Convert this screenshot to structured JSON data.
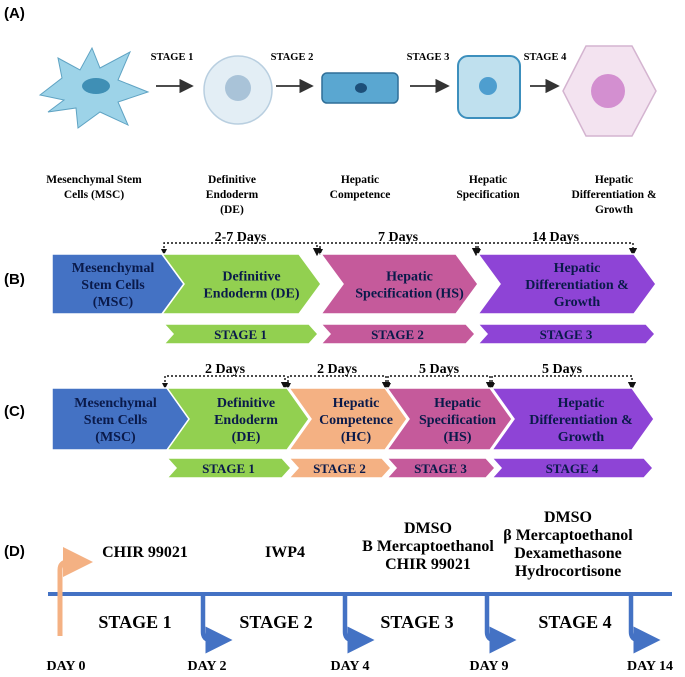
{
  "panelA": {
    "label": "(A)",
    "stage_labels": [
      "STAGE 1",
      "STAGE 2",
      "STAGE 3",
      "STAGE 4"
    ],
    "cells": [
      [
        "Mesenchymal Stem",
        "Cells (MSC)"
      ],
      [
        "Definitive",
        "Endoderm",
        "(DE)"
      ],
      [
        "Hepatic",
        "Competence"
      ],
      [
        "Hepatic",
        "Specification"
      ],
      [
        "Hepatic",
        "Differentiation &",
        "Growth"
      ]
    ]
  },
  "panelB": {
    "label": "(B)",
    "durations": [
      "2-7 Days",
      "7 Days",
      "14 Days"
    ],
    "chevrons": [
      [
        "Mesenchymal",
        "Stem Cells",
        "(MSC)"
      ],
      [
        "Definitive",
        "Endoderm (DE)"
      ],
      [
        "Hepatic",
        "Specification (HS)"
      ],
      [
        "Hepatic",
        "Differentiation &",
        "Growth"
      ]
    ],
    "stages": [
      "STAGE 1",
      "STAGE 2",
      "STAGE 3"
    ]
  },
  "panelC": {
    "label": "(C)",
    "durations": [
      "2 Days",
      "2 Days",
      "5 Days",
      "5 Days"
    ],
    "chevrons": [
      [
        "Mesenchymal",
        "Stem Cells",
        "(MSC)"
      ],
      [
        "Definitive",
        "Endoderm",
        "(DE)"
      ],
      [
        "Hepatic",
        "Competence",
        "(HC)"
      ],
      [
        "Hepatic",
        "Specification",
        "(HS)"
      ],
      [
        "Hepatic",
        "Differentiation &",
        "Growth"
      ]
    ],
    "stages": [
      "STAGE 1",
      "STAGE 2",
      "STAGE 3",
      "STAGE 4"
    ]
  },
  "panelD": {
    "label": "(D)",
    "reagents": [
      [
        "CHIR 99021"
      ],
      [
        "IWP4"
      ],
      [
        "DMSO",
        "B Mercaptoethanol",
        "CHIR 99021"
      ],
      [
        "DMSO",
        "β Mercaptoethanol",
        "Dexamethasone",
        "Hydrocortisone"
      ]
    ],
    "stages": [
      "STAGE 1",
      "STAGE 2",
      "STAGE 3",
      "STAGE 4"
    ],
    "days": [
      "DAY 0",
      "DAY 2",
      "DAY 4",
      "DAY 9",
      "DAY 14"
    ]
  },
  "colors": {
    "msc": "#4472c4",
    "de": "#92d050",
    "hc": "#f4b183",
    "hs": "#c55a9b",
    "hdg": "#8e44d6",
    "timeline": "#4472c4",
    "start_arrow": "#f4b183"
  }
}
